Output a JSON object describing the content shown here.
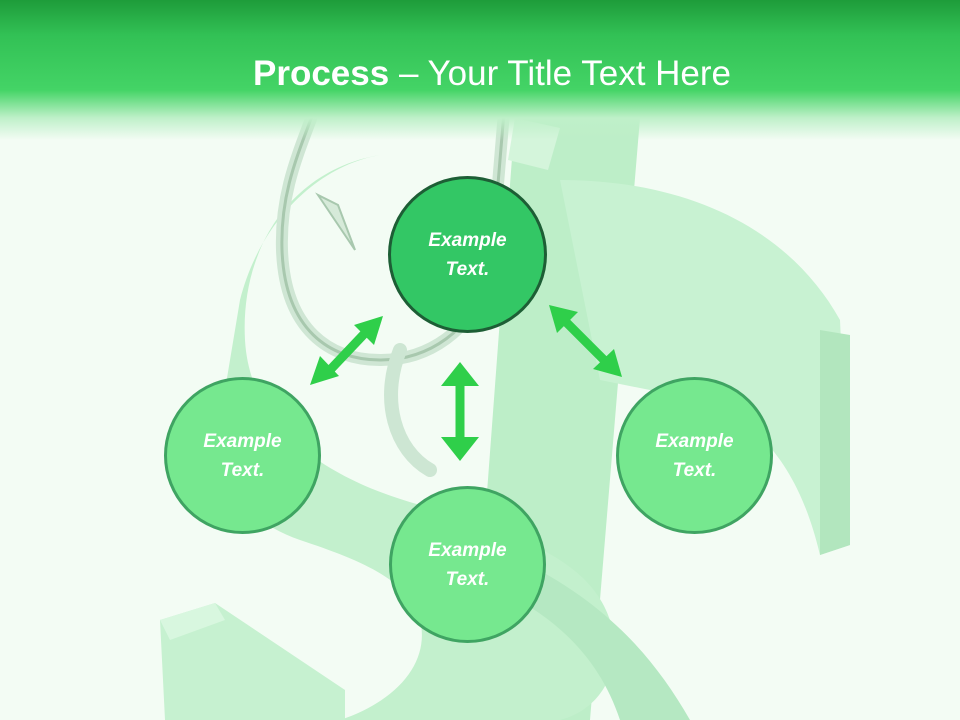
{
  "slide": {
    "title_bold": "Process",
    "title_rest": " – Your Title Text Here"
  },
  "nodes": {
    "top": "Example\nText.",
    "left": "Example\nText.",
    "bottom": "Example\nText.",
    "right": "Example\nText."
  },
  "colors": {
    "header": "#32c155",
    "center_node": "#33c765",
    "outer_node": "#76e88f",
    "arrow": "#2fcf4a",
    "background": "#f3fcf4"
  },
  "icons": [
    "dollar-sign-icon",
    "fish-hook-icon",
    "double-arrow-icon"
  ]
}
